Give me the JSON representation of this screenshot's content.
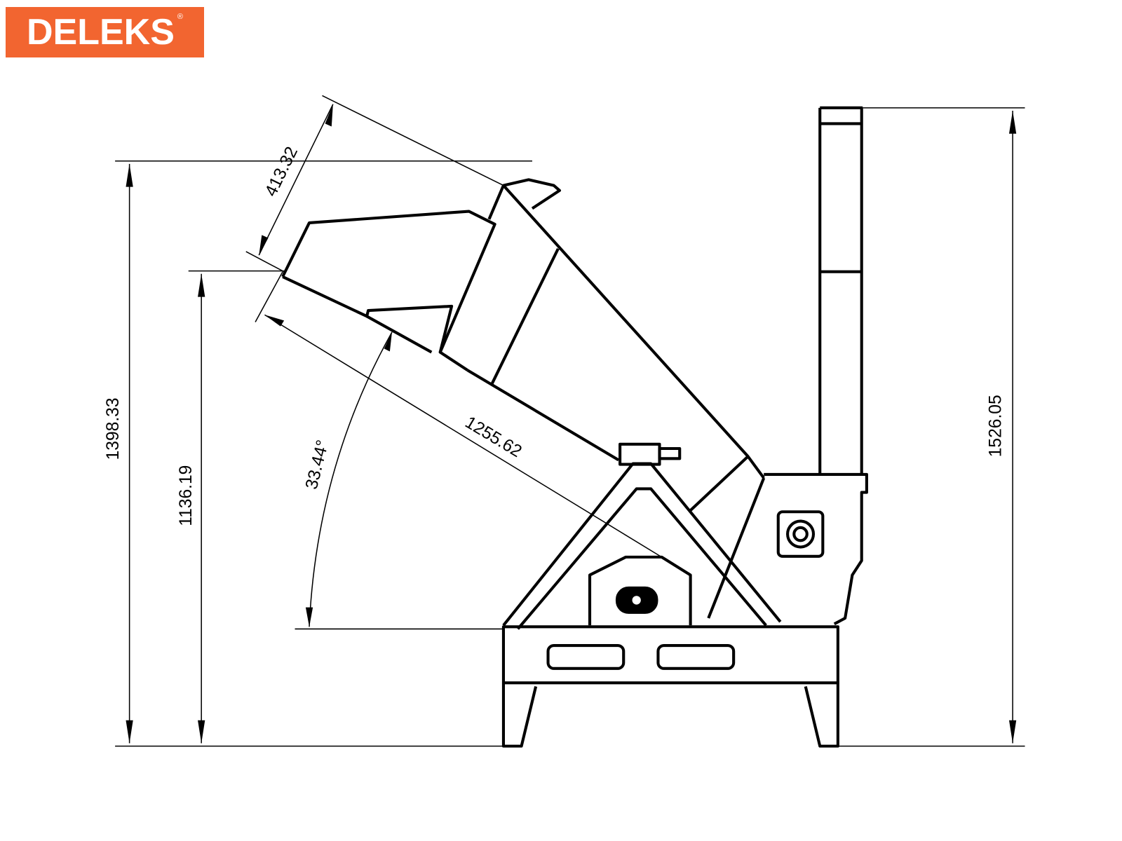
{
  "logo": {
    "text": "DELEKS",
    "registered": "®",
    "color": "#f26530"
  },
  "dimensions": {
    "overall_height": "1398.33",
    "hopper_height": "1136.19",
    "chute_height": "1526.05",
    "hopper_width": "413.32",
    "feed_length": "1255.62",
    "feed_angle": "33.44°"
  }
}
